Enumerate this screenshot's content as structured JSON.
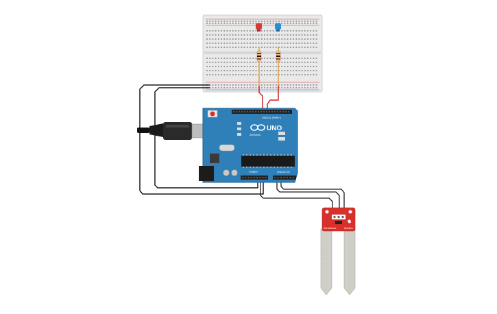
{
  "arduino": {
    "logo_text": "UNO",
    "brand_text": "ARDUINO",
    "digital_header_label": "DIGITAL (PWM~)",
    "power_header_label": "POWER",
    "analog_header_label": "ANALOG IN"
  },
  "sensor": {
    "label_left": "Soil Moisture",
    "label_right": "Sparkfun"
  },
  "colors": {
    "board_blue": "#2f7fb8",
    "breadboard": "#e9e9e9",
    "sensor_red": "#d8312c",
    "wire_black": "#1a1a1a",
    "wire_red": "#d42020",
    "led_red": "#d83a3a",
    "led_blue": "#2a8fd0",
    "probe_grey": "#cfcfc8"
  },
  "icons": [
    "arduino-infinity-icon",
    "reset-button-icon",
    "usb-cable-icon"
  ]
}
